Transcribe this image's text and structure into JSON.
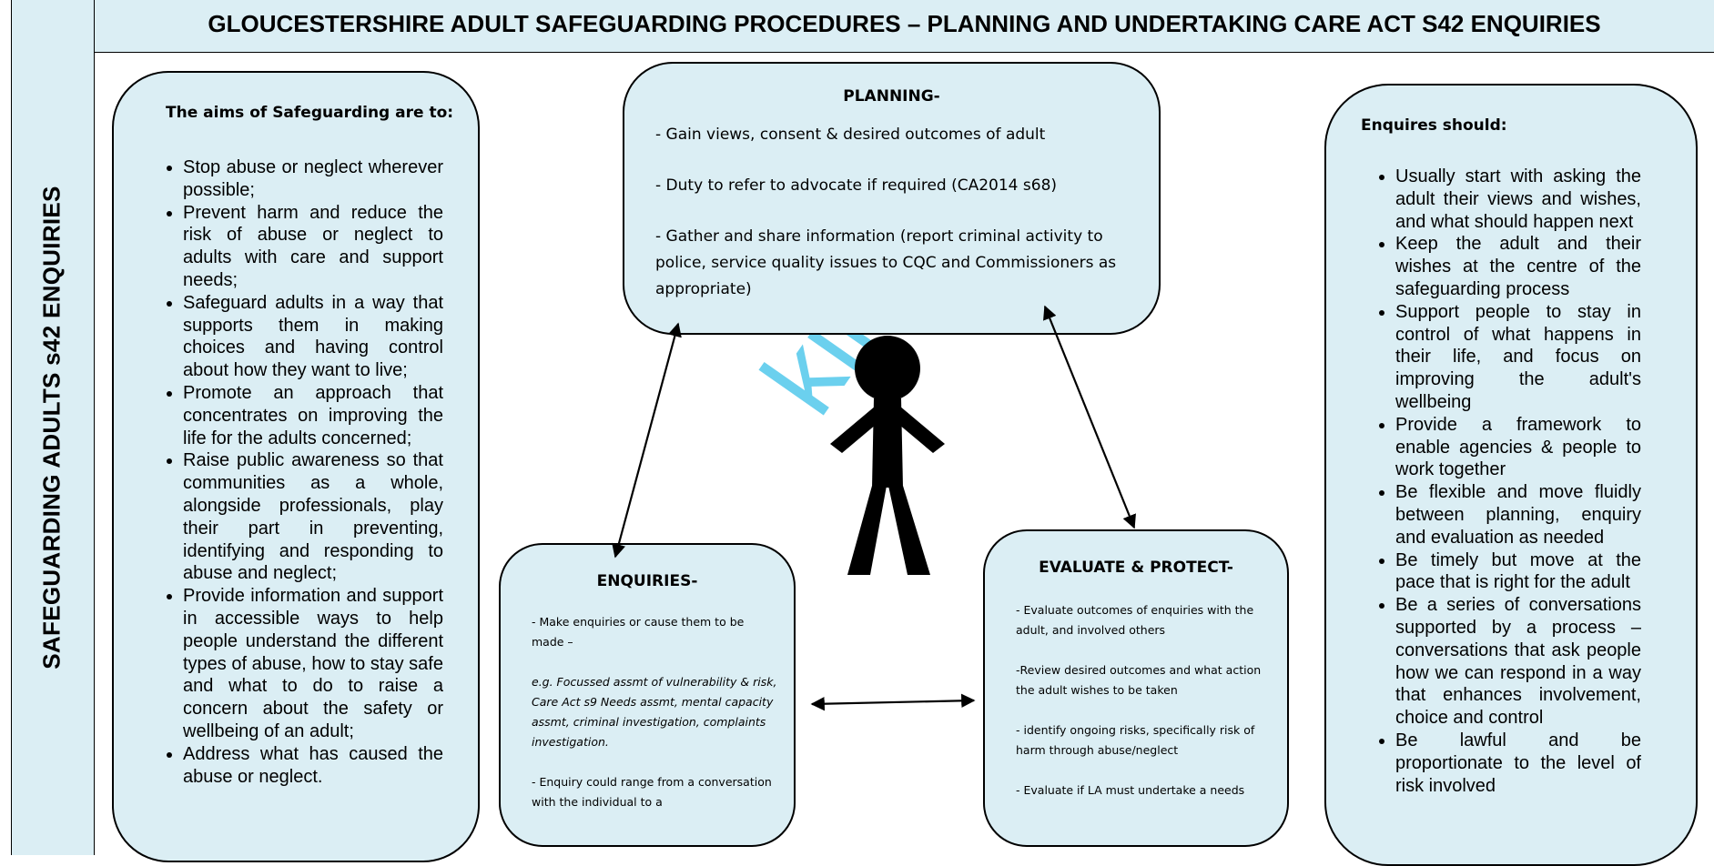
{
  "header": {
    "title": "GLOUCESTERSHIRE ADULT SAFEGUARDING PROCEDURES – PLANNING AND UNDERTAKING CARE ACT S42 ENQUIRIES"
  },
  "sidebar": {
    "title": "SAFEGUARDING ADULTS s42 ENQUIRIES"
  },
  "aims": {
    "heading": "The aims of Safeguarding are to:",
    "items": [
      "Stop abuse or neglect wherever possible;",
      "Prevent harm and reduce the risk of abuse or neglect to adults with care and support needs;",
      "Safeguard adults in a way that supports them in making choices and having control about how they want to live;",
      "Promote an approach that concentrates on improving the life for the adults concerned;",
      "Raise public awareness so that communities as a whole, alongside professionals, play their part in preventing, identifying and responding to abuse and neglect;",
      "Provide information and support in accessible ways to help people understand the different types of abuse, how to stay safe and what to do to raise a concern about the safety or wellbeing of an adult;",
      "Address what has caused the abuse or neglect."
    ]
  },
  "planning": {
    "heading": "PLANNING-",
    "lines": [
      "- Gain views, consent & desired outcomes of adult",
      "- Duty to refer to advocate if required (CA2014 s68)",
      "- Gather and share information (report criminal activity to police, service quality issues to CQC and Commissioners as appropriate)"
    ]
  },
  "enquiries": {
    "heading": "ENQUIRIES-",
    "line1": "- Make enquiries or cause them to be made –",
    "line2": "e.g. Focussed assmt of vulnerability & risk, Care Act s9 Needs assmt, mental capacity assmt, criminal investigation, complaints investigation.",
    "line3": "- Enquiry could range from a conversation with the individual to a"
  },
  "evaluate": {
    "heading": "EVALUATE & PROTECT-",
    "lines": [
      "- Evaluate outcomes of enquiries with the adult, and involved others",
      "-Review desired outcomes and what action the adult wishes to be taken",
      "- identify ongoing risks, specifically risk of harm through abuse/neglect",
      "- Evaluate if LA must undertake a needs"
    ]
  },
  "enquires_should": {
    "heading": "Enquires should:",
    "items": [
      "Usually start with asking the adult their views and wishes, and what should happen next",
      "Keep the adult and their wishes at the centre of the safeguarding process",
      "Support people to stay in control of what happens in their life, and focus on improving the adult's wellbeing",
      "Provide a framework to enable agencies & people to work together",
      "Be flexible and move fluidly between planning, enquiry and evaluation as needed",
      "Be timely but move at the pace that is right for the adult",
      "Be a series of conversations supported by a process – conversations that ask people how we can respond in a way that enhances involvement, choice and control",
      "Be lawful and be proportionate to the level of risk involved"
    ]
  },
  "watermark": {
    "text": "kingDr"
  },
  "colors": {
    "box_fill": "#dbeef4",
    "border": "#000000",
    "watermark": "#52c8ec"
  },
  "icons": {
    "figure": "stick-figure-person",
    "arrows": "double-headed-arrow"
  }
}
